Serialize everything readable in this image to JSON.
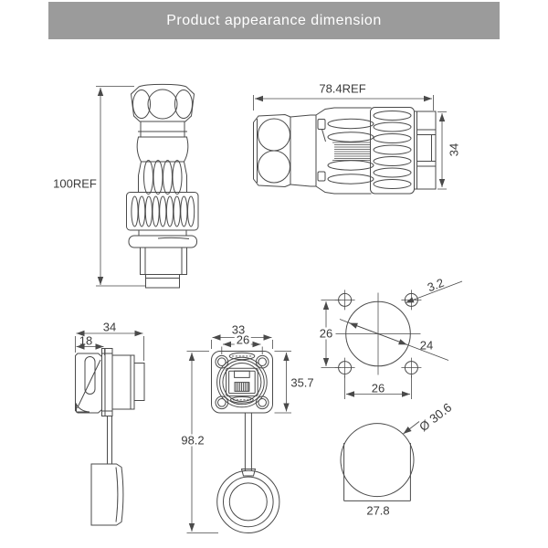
{
  "header": {
    "title": "Product appearance dimension"
  },
  "colors": {
    "header_bg": "#9b9b9b",
    "header_fg": "#ffffff",
    "line": "#4a4a4a",
    "dim_text": "#3b3b3b"
  },
  "views": {
    "plug_vertical": {
      "dim_height": "100REF"
    },
    "plug_horizontal": {
      "dim_length": "78.4REF",
      "dim_diameter": "34"
    },
    "socket_side": {
      "dim_width": "34",
      "dim_cap_width": "18"
    },
    "socket_front": {
      "dim_flange_width": "33",
      "dim_hole_spacing": "26",
      "dim_flange_height": "35.7",
      "dim_total_height": "98.2"
    },
    "panel_cutout": {
      "dim_screw_hole": "3.2",
      "dim_vertical_spacing": "26",
      "dim_horizontal_spacing": "26",
      "dim_cutout_diameter": "24"
    },
    "key_profile": {
      "dim_diameter": "Ø 30.6",
      "dim_across_flats": "27.8"
    }
  }
}
